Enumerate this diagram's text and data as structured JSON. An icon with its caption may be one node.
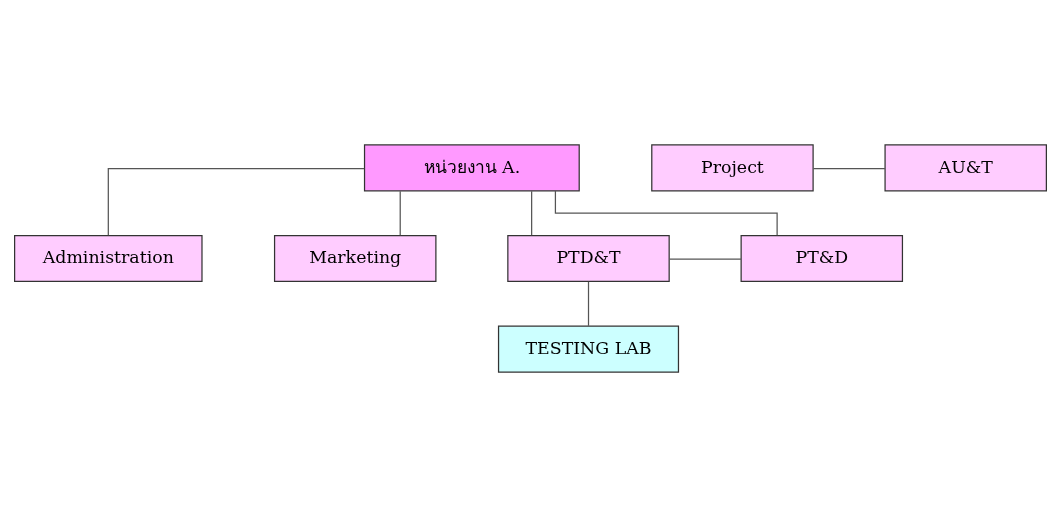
{
  "diagram": {
    "nodes": [
      {
        "text": [
          "หน่วยงาน A."
        ]
      },
      {
        "text": [
          "Administration"
        ]
      },
      {
        "text": [
          "Marketing"
        ]
      },
      {
        "text": [
          "Project"
        ]
      },
      {
        "text": [
          "AU&T"
        ]
      },
      {
        "text": [
          "PTD&T"
        ]
      },
      {
        "text": [
          "PT&D"
        ]
      },
      {
        "text": [
          "TESTING LAB"
        ]
      }
    ],
    "edges": [
      {
        "from": 0,
        "to": 1,
        "arrow": "none"
      },
      {
        "from": 0,
        "to": 2,
        "arrow": "none"
      },
      {
        "from": 0,
        "to": 5,
        "arrow": "none"
      },
      {
        "from": 0,
        "to": 6,
        "arrow": "none"
      },
      {
        "from": 3,
        "to": 4,
        "arrow": "none"
      },
      {
        "from": 5,
        "to": 6,
        "arrow": "none"
      },
      {
        "from": 5,
        "to": 7,
        "arrow": "none"
      }
    ]
  }
}
